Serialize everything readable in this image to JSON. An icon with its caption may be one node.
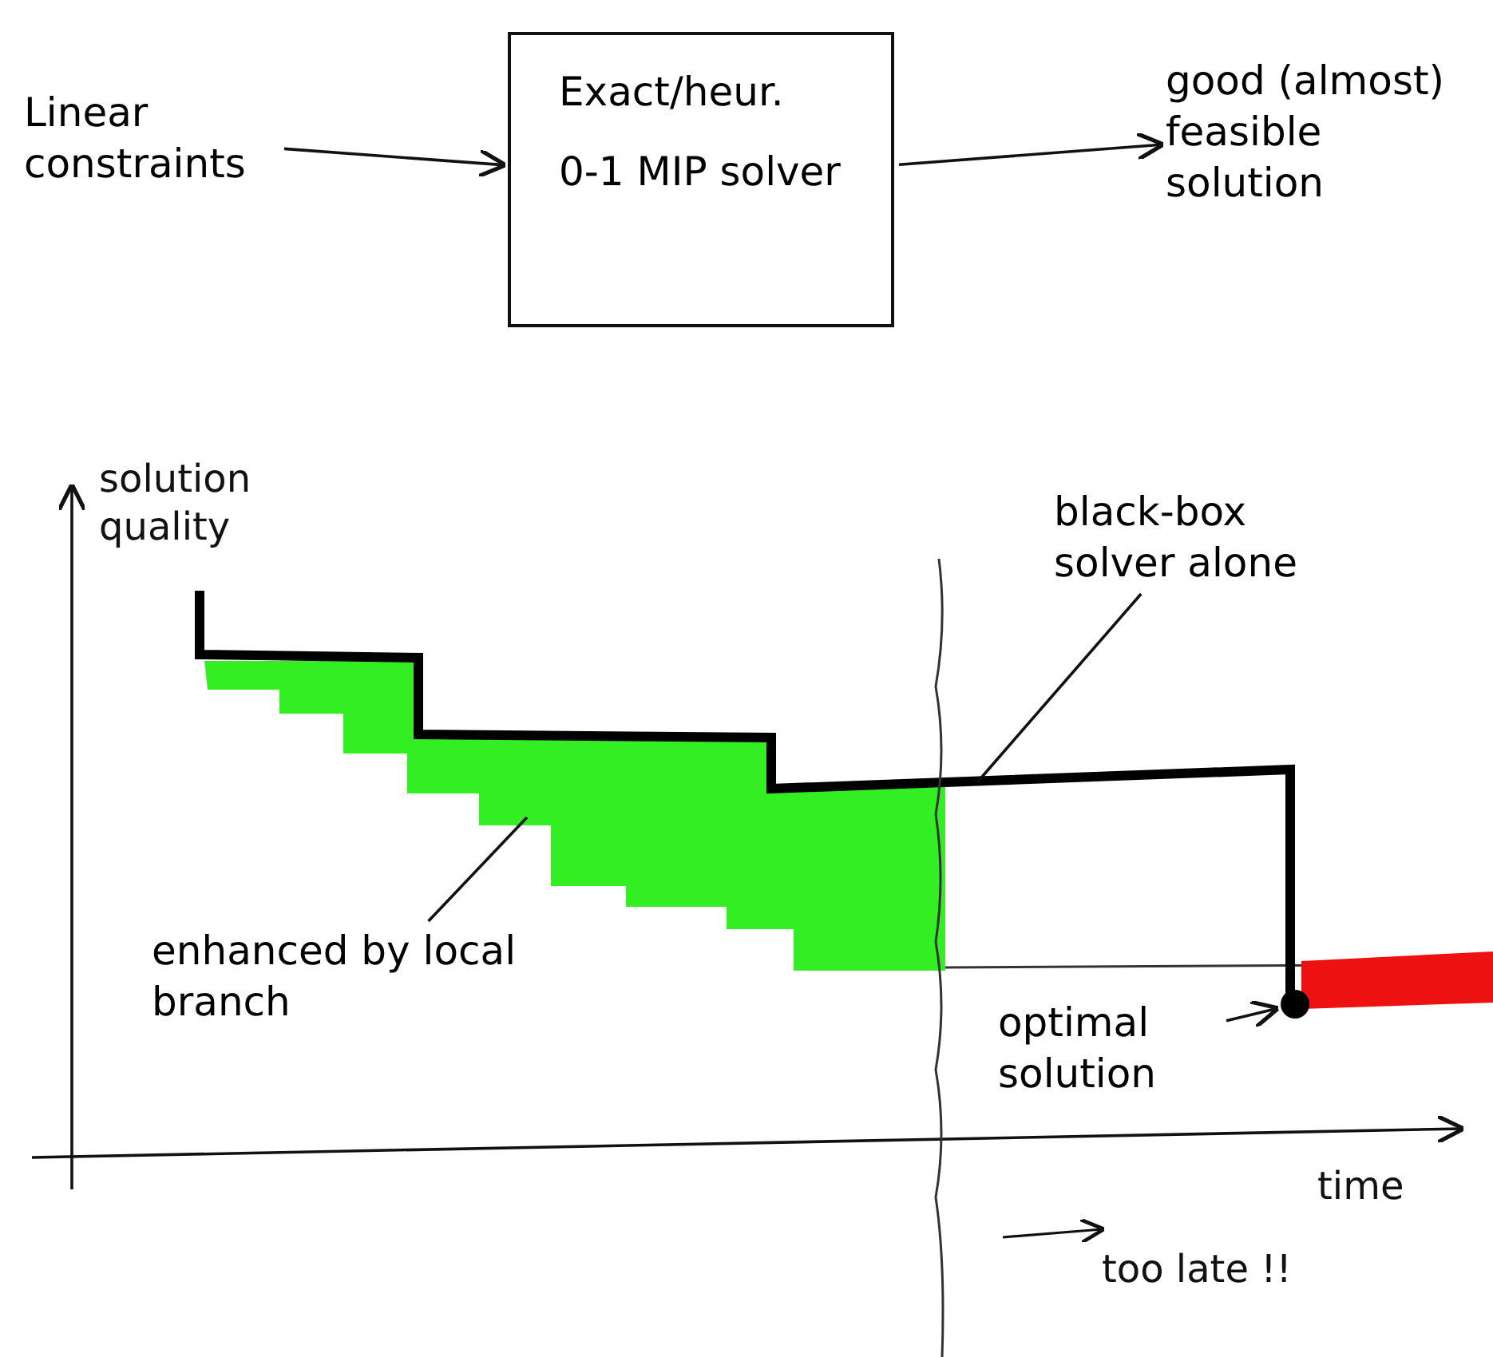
{
  "diagram": {
    "nodes": [
      {
        "text": [
          "Linear constraints"
        ]
      },
      {
        "text": [
          "Exact/heur.",
          "0-1 MIP solver"
        ]
      },
      {
        "text": [
          "good (almost) feasible solution"
        ]
      },
      {
        "text": [
          "black-box solver alone"
        ]
      },
      {
        "text": [
          "enhanced by local branch"
        ]
      },
      {
        "text": [
          "optimal solution"
        ]
      },
      {
        "text": [],
        "shape": "circle"
      }
    ],
    "edges": [
      {
        "from": 0,
        "to": 1,
        "arrow": "to"
      },
      {
        "from": 1,
        "to": 2,
        "arrow": "to"
      },
      {
        "from": 3,
        "to": null,
        "arrow": "none"
      },
      {
        "from": 4,
        "to": null,
        "arrow": "none"
      },
      {
        "from": 5,
        "to": 6,
        "arrow": "to"
      }
    ],
    "labels": [
      "solution quality",
      "time",
      "too late !!"
    ]
  }
}
